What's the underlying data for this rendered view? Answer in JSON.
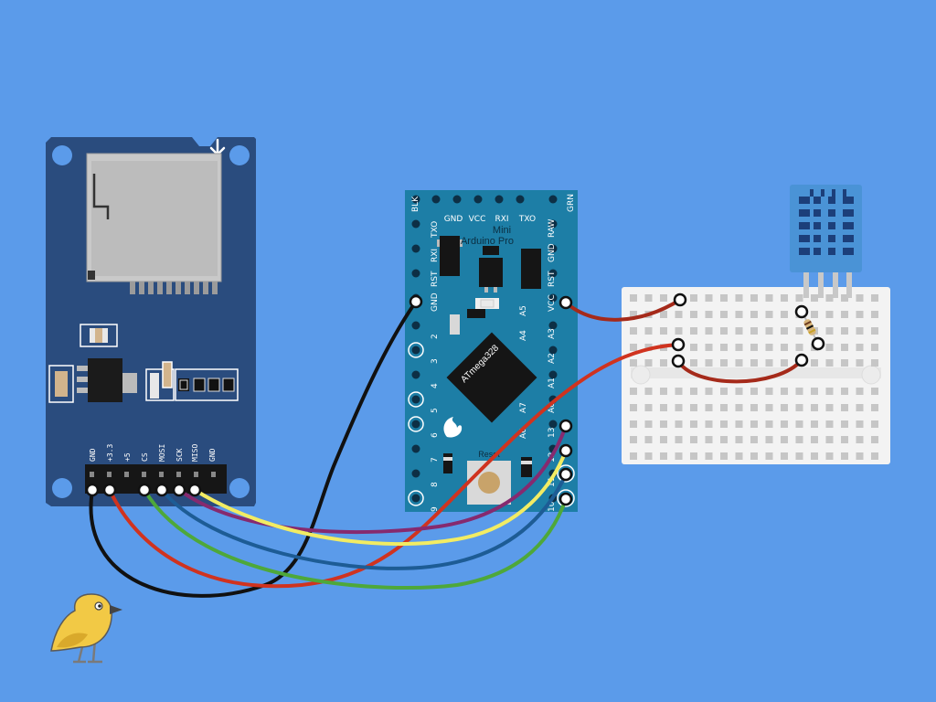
{
  "colors": {
    "background": "#5b9bea",
    "sd_board": "#2a4c7e",
    "arduino_board": "#1d7ea6",
    "breadboard": "#f3f3f3",
    "dht_sensor": "#4a93d6",
    "wire_black": "#111111",
    "wire_red": "#d0331f",
    "wire_darkred": "#a52a1a",
    "wire_green": "#4ea83a",
    "wire_blue": "#1d5c95",
    "wire_yellow": "#f2ec63",
    "wire_purple": "#862a6f"
  },
  "sd_module": {
    "pins": [
      "GND",
      "+3.3",
      "+5",
      "CS",
      "MOSI",
      "SCK",
      "MISO",
      "GND"
    ]
  },
  "arduino": {
    "name_line1": "Mini",
    "name_line2": "Arduino Pro",
    "chip": "ATmega328",
    "reset_label": "Reset",
    "top_pins": [
      "GND",
      "VCC",
      "RXI",
      "TXO"
    ],
    "corner_left": "BLK",
    "corner_right": "GRN",
    "left_pins": [
      "TXO",
      "RXI",
      "RST",
      "GND",
      "2",
      "3",
      "4",
      "5",
      "6",
      "7",
      "8",
      "9"
    ],
    "right_pins": [
      "RAW",
      "GND",
      "RST",
      "VCC",
      "A3",
      "A2",
      "A1",
      "A0",
      "13",
      "12",
      "11",
      "10"
    ],
    "inner_pins": [
      "A5",
      "A4",
      "A7",
      "A6"
    ]
  },
  "icons": [
    "bird-logo-icon",
    "download-arrow-icon"
  ]
}
